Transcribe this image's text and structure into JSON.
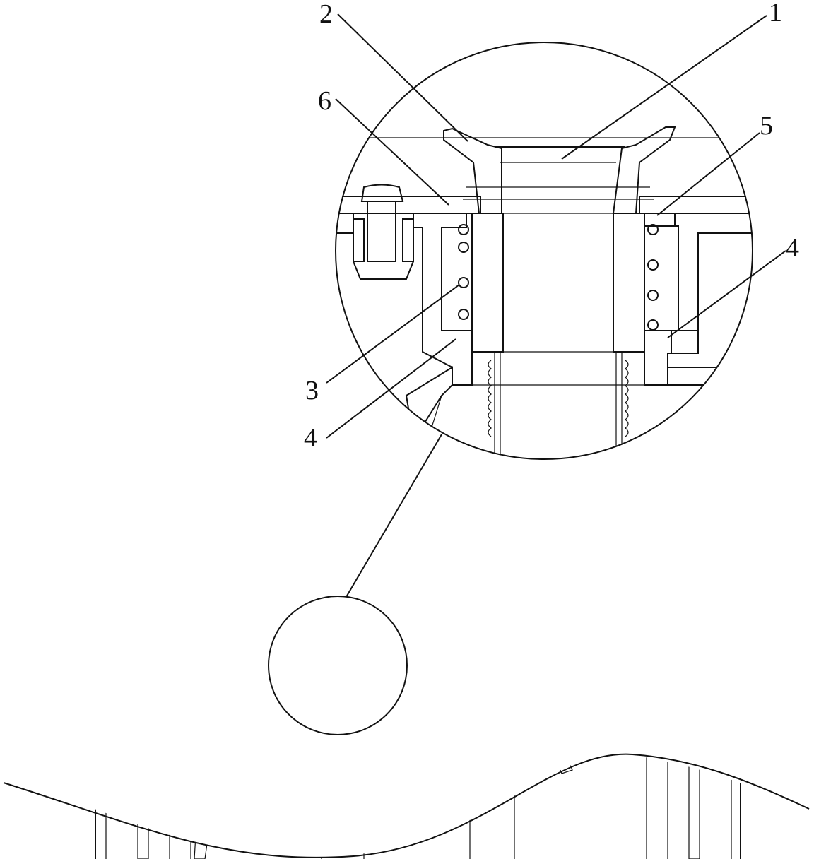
{
  "figure": {
    "labels": [
      {
        "id": "part-1",
        "text": "1"
      },
      {
        "id": "part-2",
        "text": "2"
      },
      {
        "id": "part-3",
        "text": "3"
      },
      {
        "id": "part-4-left",
        "text": "4"
      },
      {
        "id": "part-4-right",
        "text": "4"
      },
      {
        "id": "part-5",
        "text": "5"
      },
      {
        "id": "part-6",
        "text": "6"
      }
    ],
    "colors": {
      "line": "#111111",
      "background": "#ffffff"
    }
  }
}
